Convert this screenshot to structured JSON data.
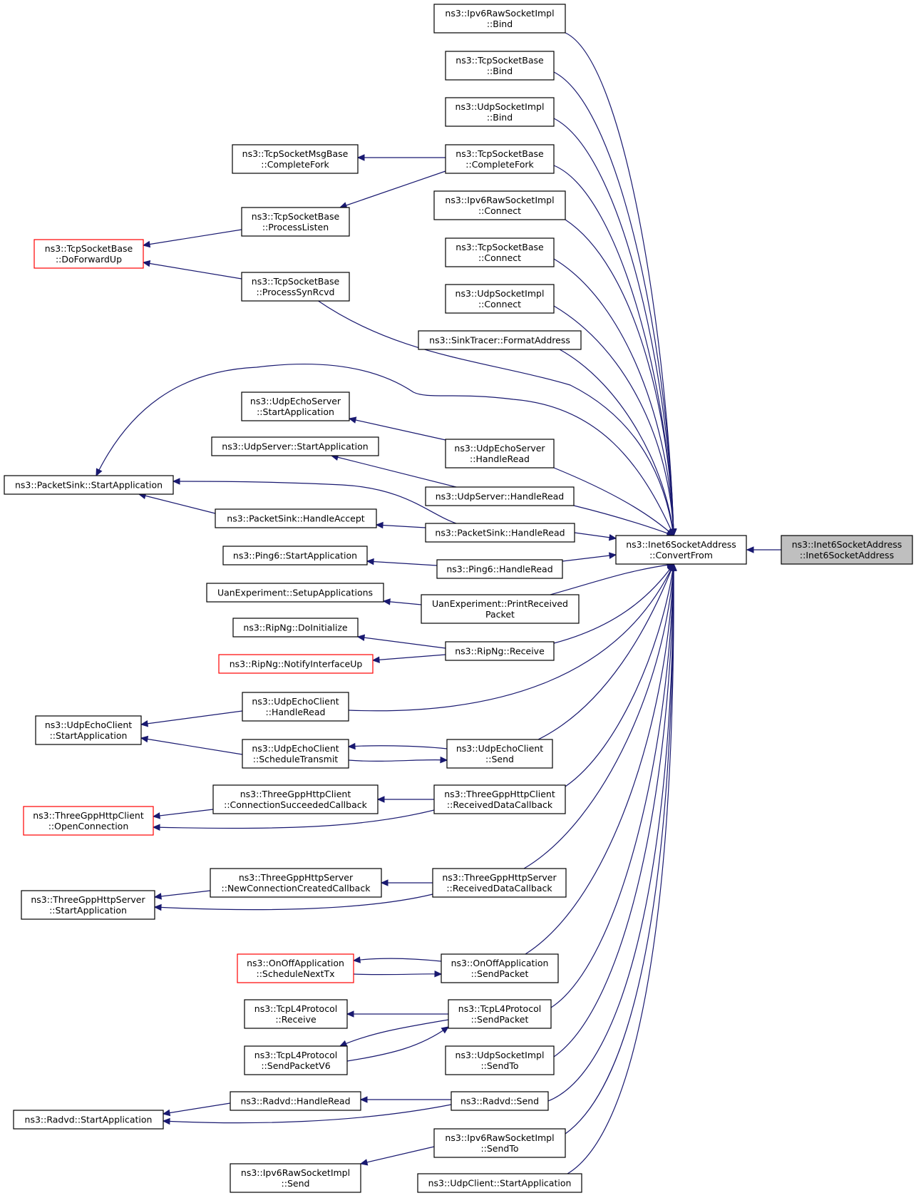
{
  "diagram": {
    "nodes": {
      "root": {
        "lines": [
          "ns3::Inet6SocketAddress",
          "::Inet6SocketAddress"
        ],
        "highlight": true
      },
      "convert": {
        "lines": [
          "ns3::Inet6SocketAddress",
          "::ConvertFrom"
        ]
      },
      "ipv6raw_bind": {
        "lines": [
          "ns3::Ipv6RawSocketImpl",
          "::Bind"
        ]
      },
      "tcp_bind": {
        "lines": [
          "ns3::TcpSocketBase",
          "::Bind"
        ]
      },
      "udp_bind": {
        "lines": [
          "ns3::UdpSocketImpl",
          "::Bind"
        ]
      },
      "tcp_completefork": {
        "lines": [
          "ns3::TcpSocketBase",
          "::CompleteFork"
        ]
      },
      "tcpmsg_completefork": {
        "lines": [
          "ns3::TcpSocketMsgBase",
          "::CompleteFork"
        ]
      },
      "tcp_processlisten": {
        "lines": [
          "ns3::TcpSocketBase",
          "::ProcessListen"
        ]
      },
      "tcp_doforwardup": {
        "lines": [
          "ns3::TcpSocketBase",
          "::DoForwardUp"
        ],
        "red": true
      },
      "tcp_processsynrcvd": {
        "lines": [
          "ns3::TcpSocketBase",
          "::ProcessSynRcvd"
        ]
      },
      "ipv6raw_connect": {
        "lines": [
          "ns3::Ipv6RawSocketImpl",
          "::Connect"
        ]
      },
      "tcp_connect": {
        "lines": [
          "ns3::TcpSocketBase",
          "::Connect"
        ]
      },
      "udp_connect": {
        "lines": [
          "ns3::UdpSocketImpl",
          "::Connect"
        ]
      },
      "sinktracer": {
        "lines": [
          "ns3::SinkTracer::FormatAddress"
        ]
      },
      "udpechoserver_start": {
        "lines": [
          "ns3::UdpEchoServer",
          "::StartApplication"
        ]
      },
      "udpechoserver_handleread": {
        "lines": [
          "ns3::UdpEchoServer",
          "::HandleRead"
        ]
      },
      "udpserver_start": {
        "lines": [
          "ns3::UdpServer::StartApplication"
        ]
      },
      "udpserver_handleread": {
        "lines": [
          "ns3::UdpServer::HandleRead"
        ]
      },
      "packetsink_start": {
        "lines": [
          "ns3::PacketSink::StartApplication"
        ]
      },
      "packetsink_handleaccept": {
        "lines": [
          "ns3::PacketSink::HandleAccept"
        ]
      },
      "packetsink_handleread": {
        "lines": [
          "ns3::PacketSink::HandleRead"
        ]
      },
      "ping6_start": {
        "lines": [
          "ns3::Ping6::StartApplication"
        ]
      },
      "ping6_handleread": {
        "lines": [
          "ns3::Ping6::HandleRead"
        ]
      },
      "uan_setup": {
        "lines": [
          "UanExperiment::SetupApplications"
        ]
      },
      "uan_print": {
        "lines": [
          "UanExperiment::PrintReceived",
          "Packet"
        ]
      },
      "ripng_init": {
        "lines": [
          "ns3::RipNg::DoInitialize"
        ]
      },
      "ripng_notify": {
        "lines": [
          "ns3::RipNg::NotifyInterfaceUp"
        ],
        "red": true
      },
      "ripng_receive": {
        "lines": [
          "ns3::RipNg::Receive"
        ]
      },
      "udpechoclient_handleread": {
        "lines": [
          "ns3::UdpEchoClient",
          "::HandleRead"
        ]
      },
      "udpechoclient_start": {
        "lines": [
          "ns3::UdpEchoClient",
          "::StartApplication"
        ]
      },
      "udpechoclient_schedule": {
        "lines": [
          "ns3::UdpEchoClient",
          "::ScheduleTransmit"
        ]
      },
      "udpechoclient_send": {
        "lines": [
          "ns3::UdpEchoClient",
          "::Send"
        ]
      },
      "http_client_conn": {
        "lines": [
          "ns3::ThreeGppHttpClient",
          "::ConnectionSucceededCallback"
        ]
      },
      "http_client_recv": {
        "lines": [
          "ns3::ThreeGppHttpClient",
          "::ReceivedDataCallback"
        ]
      },
      "http_client_open": {
        "lines": [
          "ns3::ThreeGppHttpClient",
          "::OpenConnection"
        ],
        "red": true
      },
      "http_server_newconn": {
        "lines": [
          "ns3::ThreeGppHttpServer",
          "::NewConnectionCreatedCallback"
        ]
      },
      "http_server_recv": {
        "lines": [
          "ns3::ThreeGppHttpServer",
          "::ReceivedDataCallback"
        ]
      },
      "http_server_start": {
        "lines": [
          "ns3::ThreeGppHttpServer",
          "::StartApplication"
        ]
      },
      "onoff_schedule": {
        "lines": [
          "ns3::OnOffApplication",
          "::ScheduleNextTx"
        ],
        "red": true
      },
      "onoff_send": {
        "lines": [
          "ns3::OnOffApplication",
          "::SendPacket"
        ]
      },
      "tcpl4_receive": {
        "lines": [
          "ns3::TcpL4Protocol",
          "::Receive"
        ]
      },
      "tcpl4_sendpacket": {
        "lines": [
          "ns3::TcpL4Protocol",
          "::SendPacket"
        ]
      },
      "tcpl4_sendpacketv6": {
        "lines": [
          "ns3::TcpL4Protocol",
          "::SendPacketV6"
        ]
      },
      "udp_sendto": {
        "lines": [
          "ns3::UdpSocketImpl",
          "::SendTo"
        ]
      },
      "radvd_handleread": {
        "lines": [
          "ns3::Radvd::HandleRead"
        ]
      },
      "radvd_send": {
        "lines": [
          "ns3::Radvd::Send"
        ]
      },
      "radvd_start": {
        "lines": [
          "ns3::Radvd::StartApplication"
        ]
      },
      "ipv6raw_sendto": {
        "lines": [
          "ns3::Ipv6RawSocketImpl",
          "::SendTo"
        ]
      },
      "ipv6raw_send": {
        "lines": [
          "ns3::Ipv6RawSocketImpl",
          "::Send"
        ]
      },
      "udpclient_start": {
        "lines": [
          "ns3::UdpClient::StartApplication"
        ]
      }
    },
    "edges": [
      {
        "from": "root",
        "to": "convert"
      },
      {
        "from": "convert",
        "to": "ipv6raw_bind"
      },
      {
        "from": "convert",
        "to": "tcp_bind"
      },
      {
        "from": "convert",
        "to": "udp_bind"
      },
      {
        "from": "convert",
        "to": "tcp_completefork"
      },
      {
        "from": "tcp_completefork",
        "to": "tcpmsg_completefork"
      },
      {
        "from": "tcp_completefork",
        "to": "tcp_processlisten"
      },
      {
        "from": "tcp_processlisten",
        "to": "tcp_doforwardup"
      },
      {
        "from": "tcp_processsynrcvd",
        "to": "tcp_doforwardup"
      },
      {
        "from": "convert",
        "to": "tcp_processsynrcvd"
      },
      {
        "from": "convert",
        "to": "ipv6raw_connect"
      },
      {
        "from": "convert",
        "to": "tcp_connect"
      },
      {
        "from": "convert",
        "to": "udp_connect"
      },
      {
        "from": "convert",
        "to": "sinktracer"
      },
      {
        "from": "convert",
        "to": "packetsink_start"
      },
      {
        "from": "convert",
        "to": "udpechoserver_handleread"
      },
      {
        "from": "udpechoserver_handleread",
        "to": "udpechoserver_start"
      },
      {
        "from": "convert",
        "to": "udpserver_handleread"
      },
      {
        "from": "udpserver_handleread",
        "to": "udpserver_start"
      },
      {
        "from": "convert",
        "to": "packetsink_handleread"
      },
      {
        "from": "packetsink_handleread",
        "to": "packetsink_handleaccept"
      },
      {
        "from": "packetsink_handleread",
        "to": "packetsink_start"
      },
      {
        "from": "packetsink_handleaccept",
        "to": "packetsink_start"
      },
      {
        "from": "convert",
        "to": "ping6_handleread"
      },
      {
        "from": "ping6_handleread",
        "to": "ping6_start"
      },
      {
        "from": "convert",
        "to": "uan_print"
      },
      {
        "from": "uan_print",
        "to": "uan_setup"
      },
      {
        "from": "convert",
        "to": "ripng_receive"
      },
      {
        "from": "ripng_receive",
        "to": "ripng_init"
      },
      {
        "from": "ripng_receive",
        "to": "ripng_notify"
      },
      {
        "from": "convert",
        "to": "udpechoclient_handleread"
      },
      {
        "from": "udpechoclient_handleread",
        "to": "udpechoclient_start"
      },
      {
        "from": "convert",
        "to": "udpechoclient_send"
      },
      {
        "from": "udpechoclient_send",
        "to": "udpechoclient_schedule"
      },
      {
        "from": "udpechoclient_schedule",
        "to": "udpechoclient_send"
      },
      {
        "from": "udpechoclient_schedule",
        "to": "udpechoclient_start"
      },
      {
        "from": "convert",
        "to": "http_client_recv"
      },
      {
        "from": "http_client_recv",
        "to": "http_client_conn"
      },
      {
        "from": "http_client_recv",
        "to": "http_client_open"
      },
      {
        "from": "http_client_conn",
        "to": "http_client_open"
      },
      {
        "from": "convert",
        "to": "http_server_recv"
      },
      {
        "from": "http_server_recv",
        "to": "http_server_newconn"
      },
      {
        "from": "http_server_recv",
        "to": "http_server_start"
      },
      {
        "from": "http_server_newconn",
        "to": "http_server_start"
      },
      {
        "from": "convert",
        "to": "onoff_send"
      },
      {
        "from": "onoff_send",
        "to": "onoff_schedule"
      },
      {
        "from": "onoff_schedule",
        "to": "onoff_send"
      },
      {
        "from": "convert",
        "to": "tcpl4_sendpacket"
      },
      {
        "from": "tcpl4_sendpacket",
        "to": "tcpl4_receive"
      },
      {
        "from": "tcpl4_sendpacket",
        "to": "tcpl4_sendpacketv6"
      },
      {
        "from": "tcpl4_sendpacketv6",
        "to": "tcpl4_sendpacket"
      },
      {
        "from": "convert",
        "to": "udp_sendto"
      },
      {
        "from": "convert",
        "to": "radvd_send"
      },
      {
        "from": "radvd_send",
        "to": "radvd_handleread"
      },
      {
        "from": "radvd_send",
        "to": "radvd_start"
      },
      {
        "from": "radvd_handleread",
        "to": "radvd_start"
      },
      {
        "from": "convert",
        "to": "ipv6raw_sendto"
      },
      {
        "from": "ipv6raw_sendto",
        "to": "ipv6raw_send"
      },
      {
        "from": "convert",
        "to": "udpclient_start"
      }
    ]
  }
}
